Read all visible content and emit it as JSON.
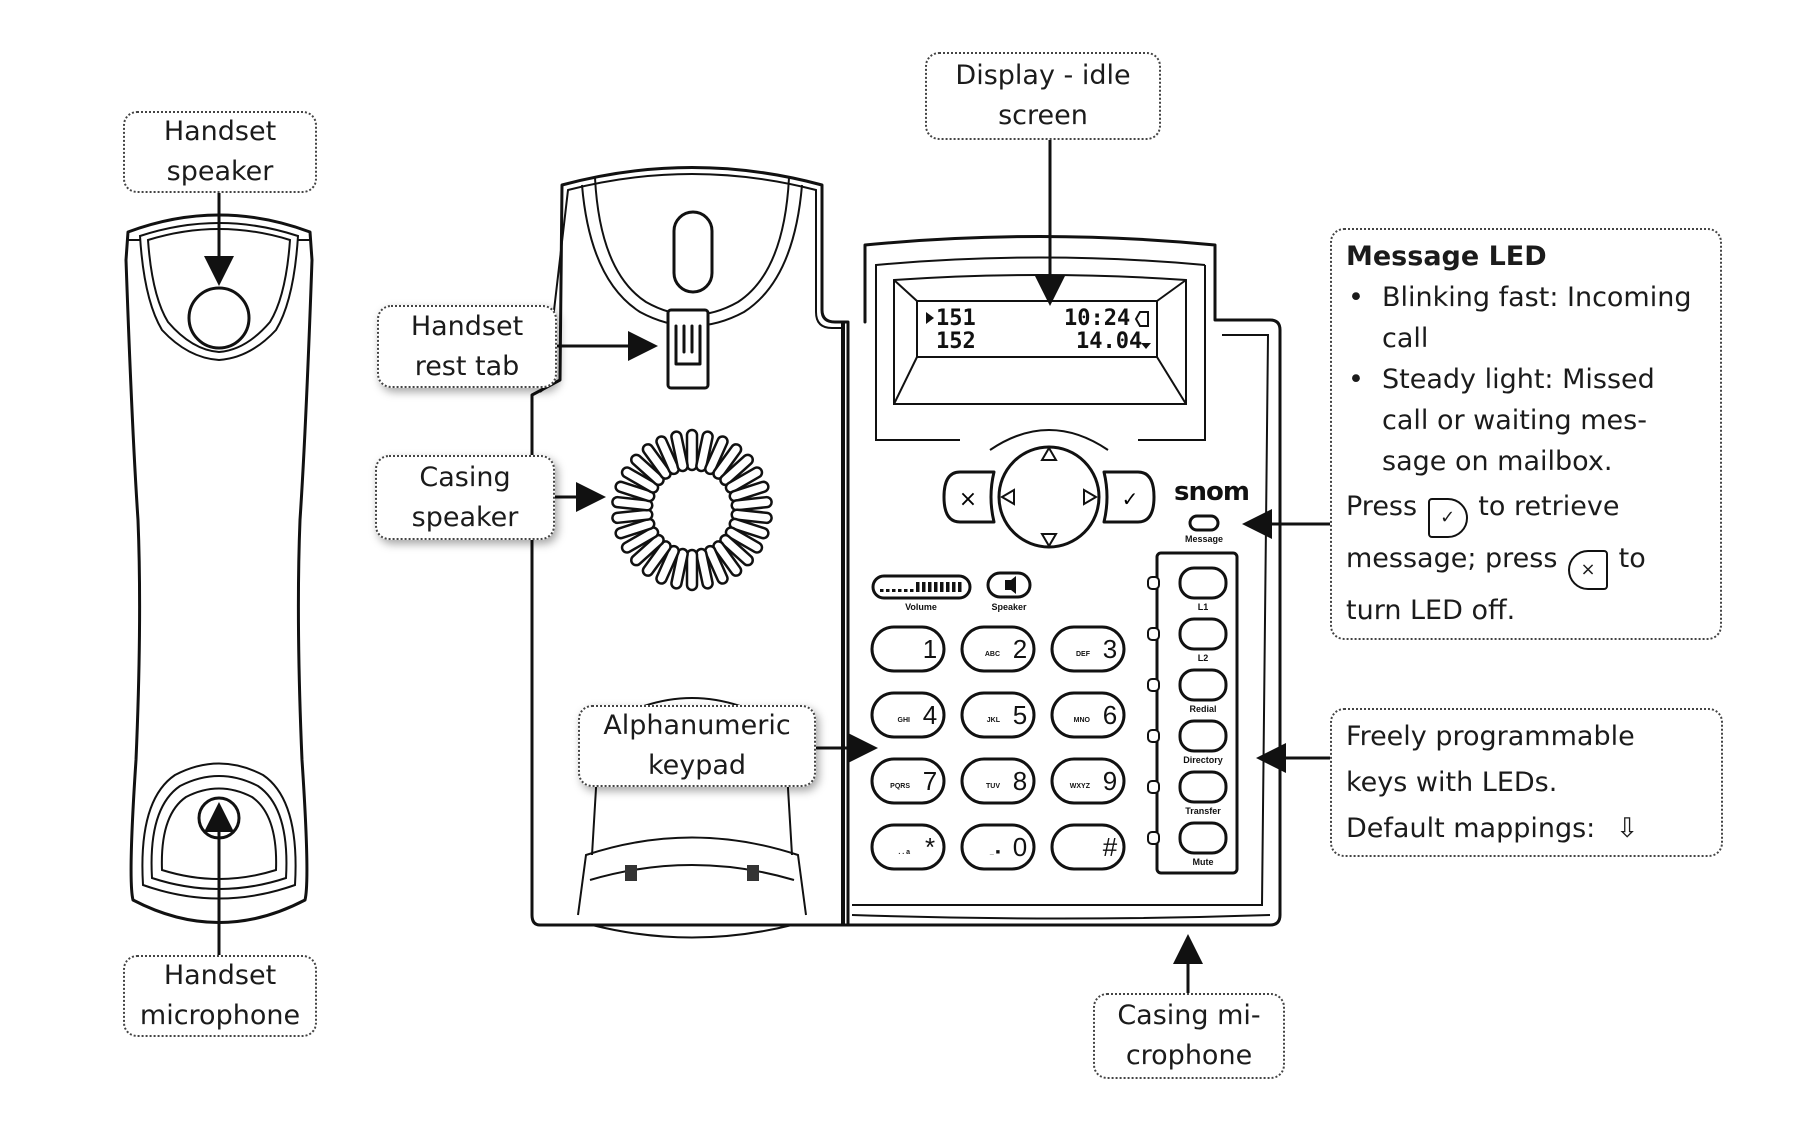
{
  "diagram": {
    "type": "labeled product diagram",
    "subject": "snom desk phone and handset"
  },
  "callouts": {
    "handset_speaker": [
      "Handset",
      "speaker"
    ],
    "handset_microphone": [
      "Handset",
      "microphone"
    ],
    "handset_rest_tab": [
      "Handset",
      "rest tab"
    ],
    "casing_speaker": [
      "Casing",
      "speaker"
    ],
    "alphanumeric_keypad": [
      "Alphanumeric",
      "keypad"
    ],
    "display_idle_screen": [
      "Display - idle",
      "screen"
    ],
    "casing_microphone": [
      "Casing mi-",
      "crophone"
    ]
  },
  "message_led_box": {
    "title": "Message LED",
    "bullets": [
      "Blinking fast: Incoming call",
      "Steady light:  Missed call or waiting mes-sage on mailbox."
    ],
    "press_prefix": "Press",
    "press_mid": "to retrieve message; press",
    "press_suffix": "to turn LED off.",
    "ok_icon": "✓",
    "cancel_icon": "×"
  },
  "programmable_box": {
    "line1": "Freely programmable",
    "line2": "keys with LEDs.",
    "line3": "Default mappings:",
    "arrow_icon": "⇩"
  },
  "phone": {
    "brand": "snom",
    "lcd": {
      "row1_left": "151",
      "row1_right": "10:24",
      "row2_left": "152",
      "row2_right": "14.04"
    },
    "nav": {
      "cancel": "×",
      "ok": "✓"
    },
    "message_label": "Message",
    "volume_label": "Volume",
    "speaker_label": "Speaker",
    "keypad": [
      {
        "digit": "1",
        "letters": ""
      },
      {
        "digit": "2",
        "letters": "ABC"
      },
      {
        "digit": "3",
        "letters": "DEF"
      },
      {
        "digit": "4",
        "letters": "GHI"
      },
      {
        "digit": "5",
        "letters": "JKL"
      },
      {
        "digit": "6",
        "letters": "MNO"
      },
      {
        "digit": "7",
        "letters": "PQRS"
      },
      {
        "digit": "8",
        "letters": "TUV"
      },
      {
        "digit": "9",
        "letters": "WXYZ"
      },
      {
        "digit": "*",
        "letters": ". . a"
      },
      {
        "digit": "0",
        "letters": "_ ■"
      },
      {
        "digit": "#",
        "letters": ""
      }
    ],
    "function_keys": [
      "L1",
      "L2",
      "Redial",
      "Directory",
      "Transfer",
      "Mute"
    ]
  }
}
